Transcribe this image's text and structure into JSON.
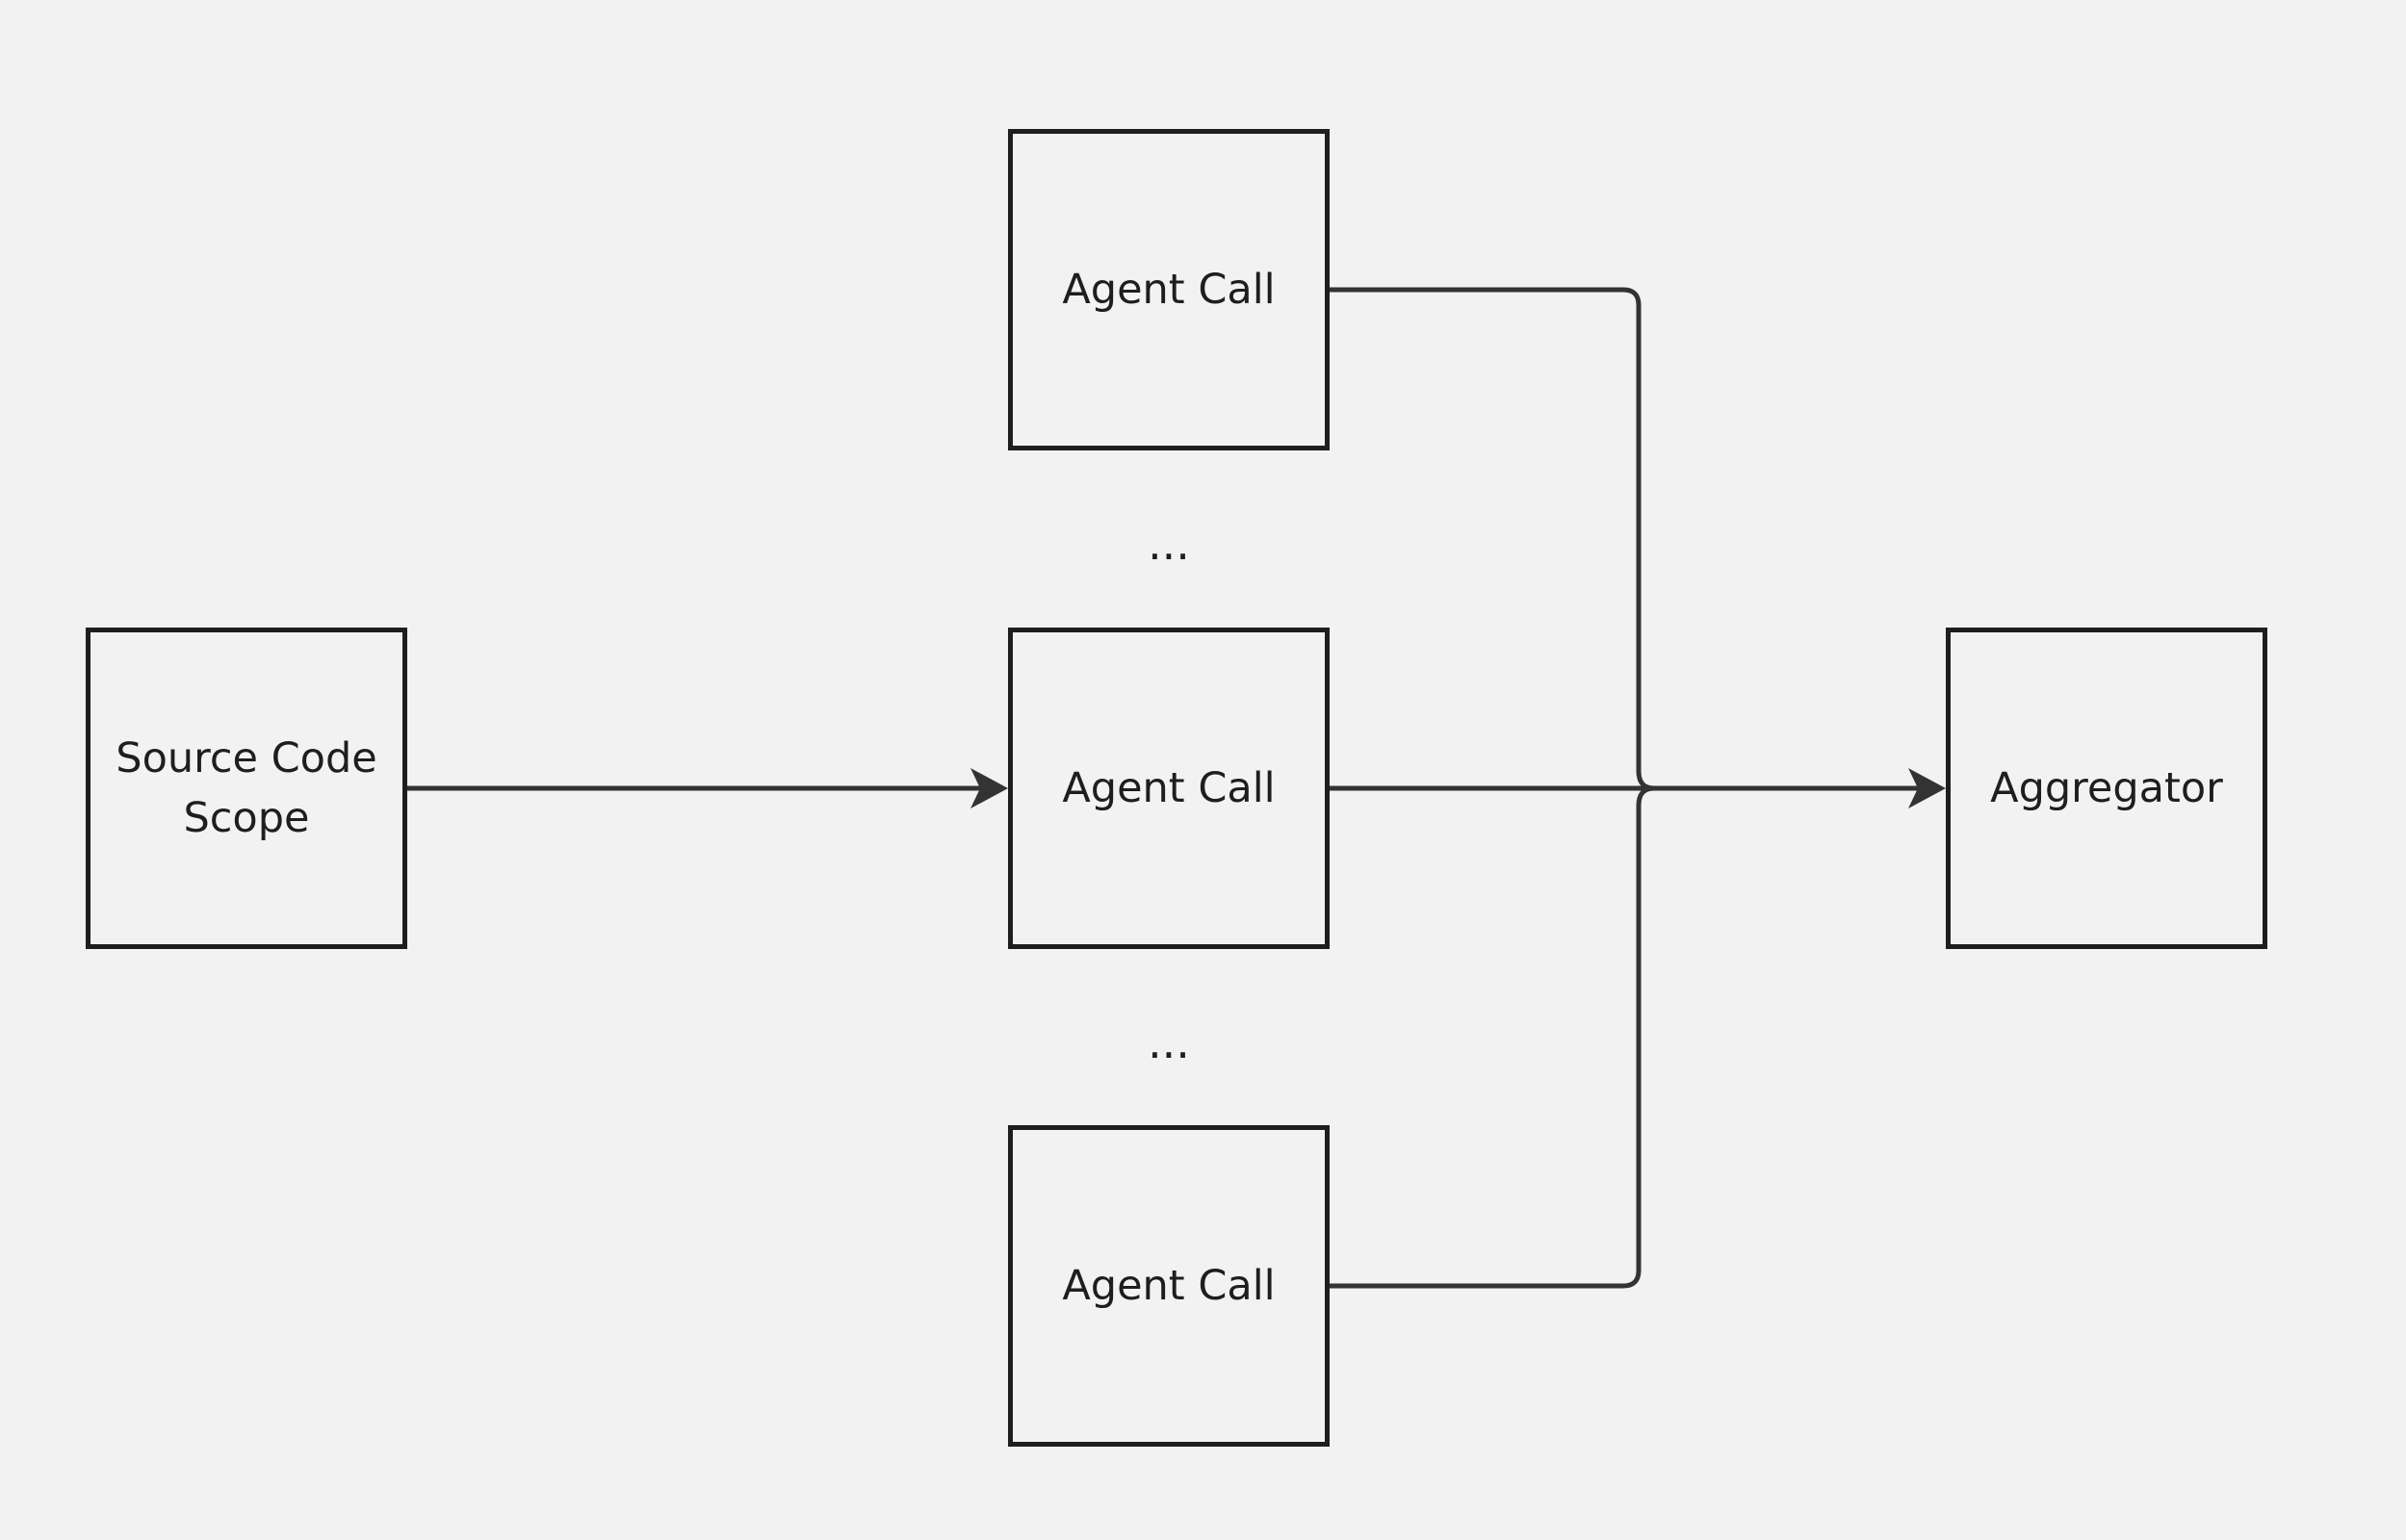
{
  "diagram": {
    "nodes": {
      "source": "Source Code\nScope",
      "agent_top": "Agent Call",
      "agent_mid": "Agent Call",
      "agent_bottom": "Agent Call",
      "aggregator": "Aggregator"
    },
    "ellipsis_upper": "...",
    "ellipsis_lower": "...",
    "edges": [
      {
        "from": "Source Code Scope",
        "to": "Agent Call",
        "arrow": true
      },
      {
        "from": "Agent Call",
        "to": "Aggregator",
        "arrow": true
      },
      {
        "from": "Agent Call",
        "to": "Aggregator",
        "arrow": true
      },
      {
        "from": "Agent Call",
        "to": "Aggregator",
        "arrow": true
      }
    ],
    "colors": {
      "background": "#f2f2f2",
      "stroke": "#1e1e1e",
      "connector": "#333333"
    }
  }
}
